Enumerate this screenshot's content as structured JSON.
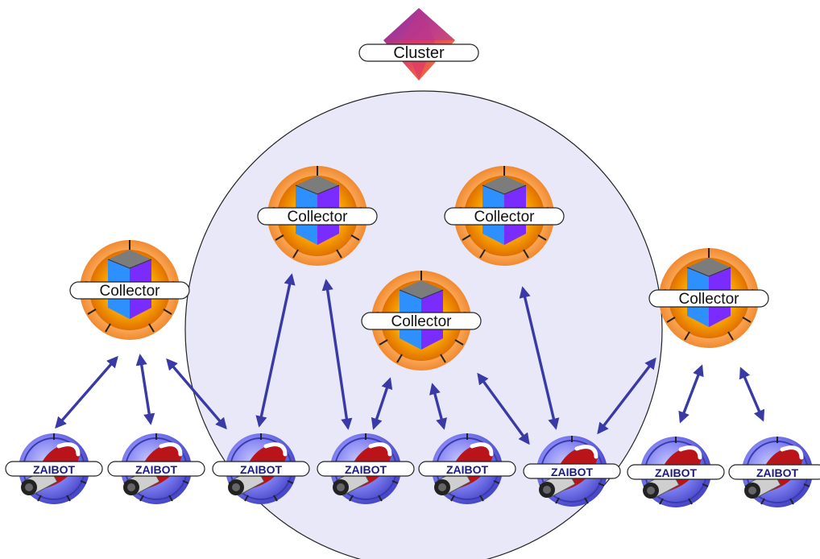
{
  "cluster": {
    "label": "Cluster"
  },
  "collector_label": "Collector",
  "zaibot_label": "ZAIBOT",
  "colors": {
    "cluster_fill": "#e8e8f8",
    "arrow": "#3a3aa6",
    "collector_ring": "#ff9d3c",
    "collector_core": "#f7b800",
    "cube_left": "#2e8fff",
    "cube_right": "#7a2cff",
    "cube_top": "#7c7c7c",
    "zaibot_ring": "#6f6fe0",
    "zaibot_body": "#b8141a",
    "zaibot_text": "#1a1a80"
  },
  "collectors": [
    {
      "id": "collector-1"
    },
    {
      "id": "collector-2"
    },
    {
      "id": "collector-3"
    },
    {
      "id": "collector-4"
    },
    {
      "id": "collector-5"
    }
  ],
  "zaibots": [
    {
      "id": "zaibot-1"
    },
    {
      "id": "zaibot-2"
    },
    {
      "id": "zaibot-3"
    },
    {
      "id": "zaibot-4"
    },
    {
      "id": "zaibot-5"
    },
    {
      "id": "zaibot-6"
    },
    {
      "id": "zaibot-7"
    },
    {
      "id": "zaibot-8"
    }
  ]
}
